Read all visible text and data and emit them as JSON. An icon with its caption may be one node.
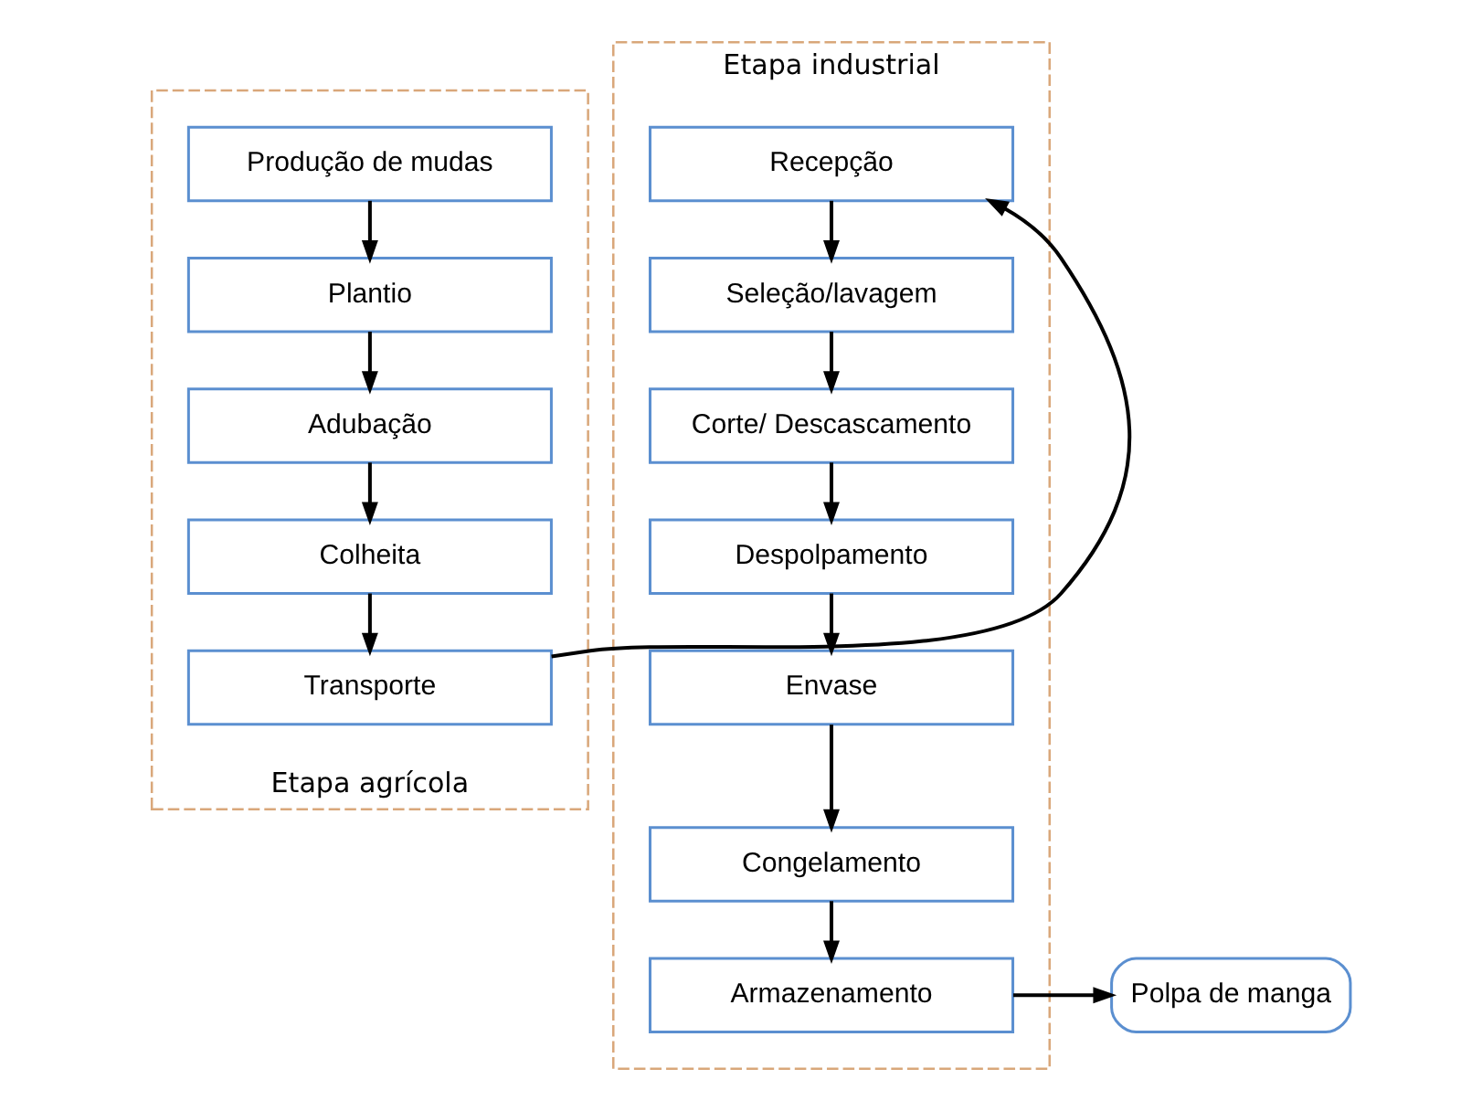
{
  "diagram": {
    "nodes": [
      {
        "text": [
          "Etapa agrícola"
        ]
      },
      {
        "text": [
          "Produção de mudas"
        ],
        "in": 0
      },
      {
        "text": [
          "Plantio"
        ],
        "in": 0
      },
      {
        "text": [
          "Adubação"
        ],
        "in": 0
      },
      {
        "text": [
          "Colheita"
        ],
        "in": 0
      },
      {
        "text": [
          "Transporte"
        ],
        "in": 0
      },
      {
        "text": [
          "Etapa industrial"
        ]
      },
      {
        "text": [
          "Recepção"
        ],
        "in": 6
      },
      {
        "text": [
          "Seleção/lavagem"
        ],
        "in": 6
      },
      {
        "text": [
          "Corte/ Descascamento"
        ],
        "in": 6
      },
      {
        "text": [
          "Despolpamento"
        ],
        "in": 6
      },
      {
        "text": [
          "Envase"
        ],
        "in": 6
      },
      {
        "text": [
          "Congelamento"
        ],
        "in": 6
      },
      {
        "text": [
          "Armazenamento"
        ],
        "in": 6
      },
      {
        "text": [
          "Polpa de manga"
        ]
      }
    ],
    "edges": [
      {
        "from": 1,
        "to": 2,
        "arrow": "to"
      },
      {
        "from": 2,
        "to": 3,
        "arrow": "to"
      },
      {
        "from": 3,
        "to": 4,
        "arrow": "to"
      },
      {
        "from": 4,
        "to": 5,
        "arrow": "to"
      },
      {
        "from": 5,
        "to": 7,
        "arrow": "to"
      },
      {
        "from": 7,
        "to": 8,
        "arrow": "to"
      },
      {
        "from": 8,
        "to": 9,
        "arrow": "to"
      },
      {
        "from": 9,
        "to": 10,
        "arrow": "to"
      },
      {
        "from": 10,
        "to": 11,
        "arrow": "to"
      },
      {
        "from": 11,
        "to": 12,
        "arrow": "to"
      },
      {
        "from": 12,
        "to": 13,
        "arrow": "to"
      },
      {
        "from": 13,
        "to": 14,
        "arrow": "to"
      }
    ]
  }
}
